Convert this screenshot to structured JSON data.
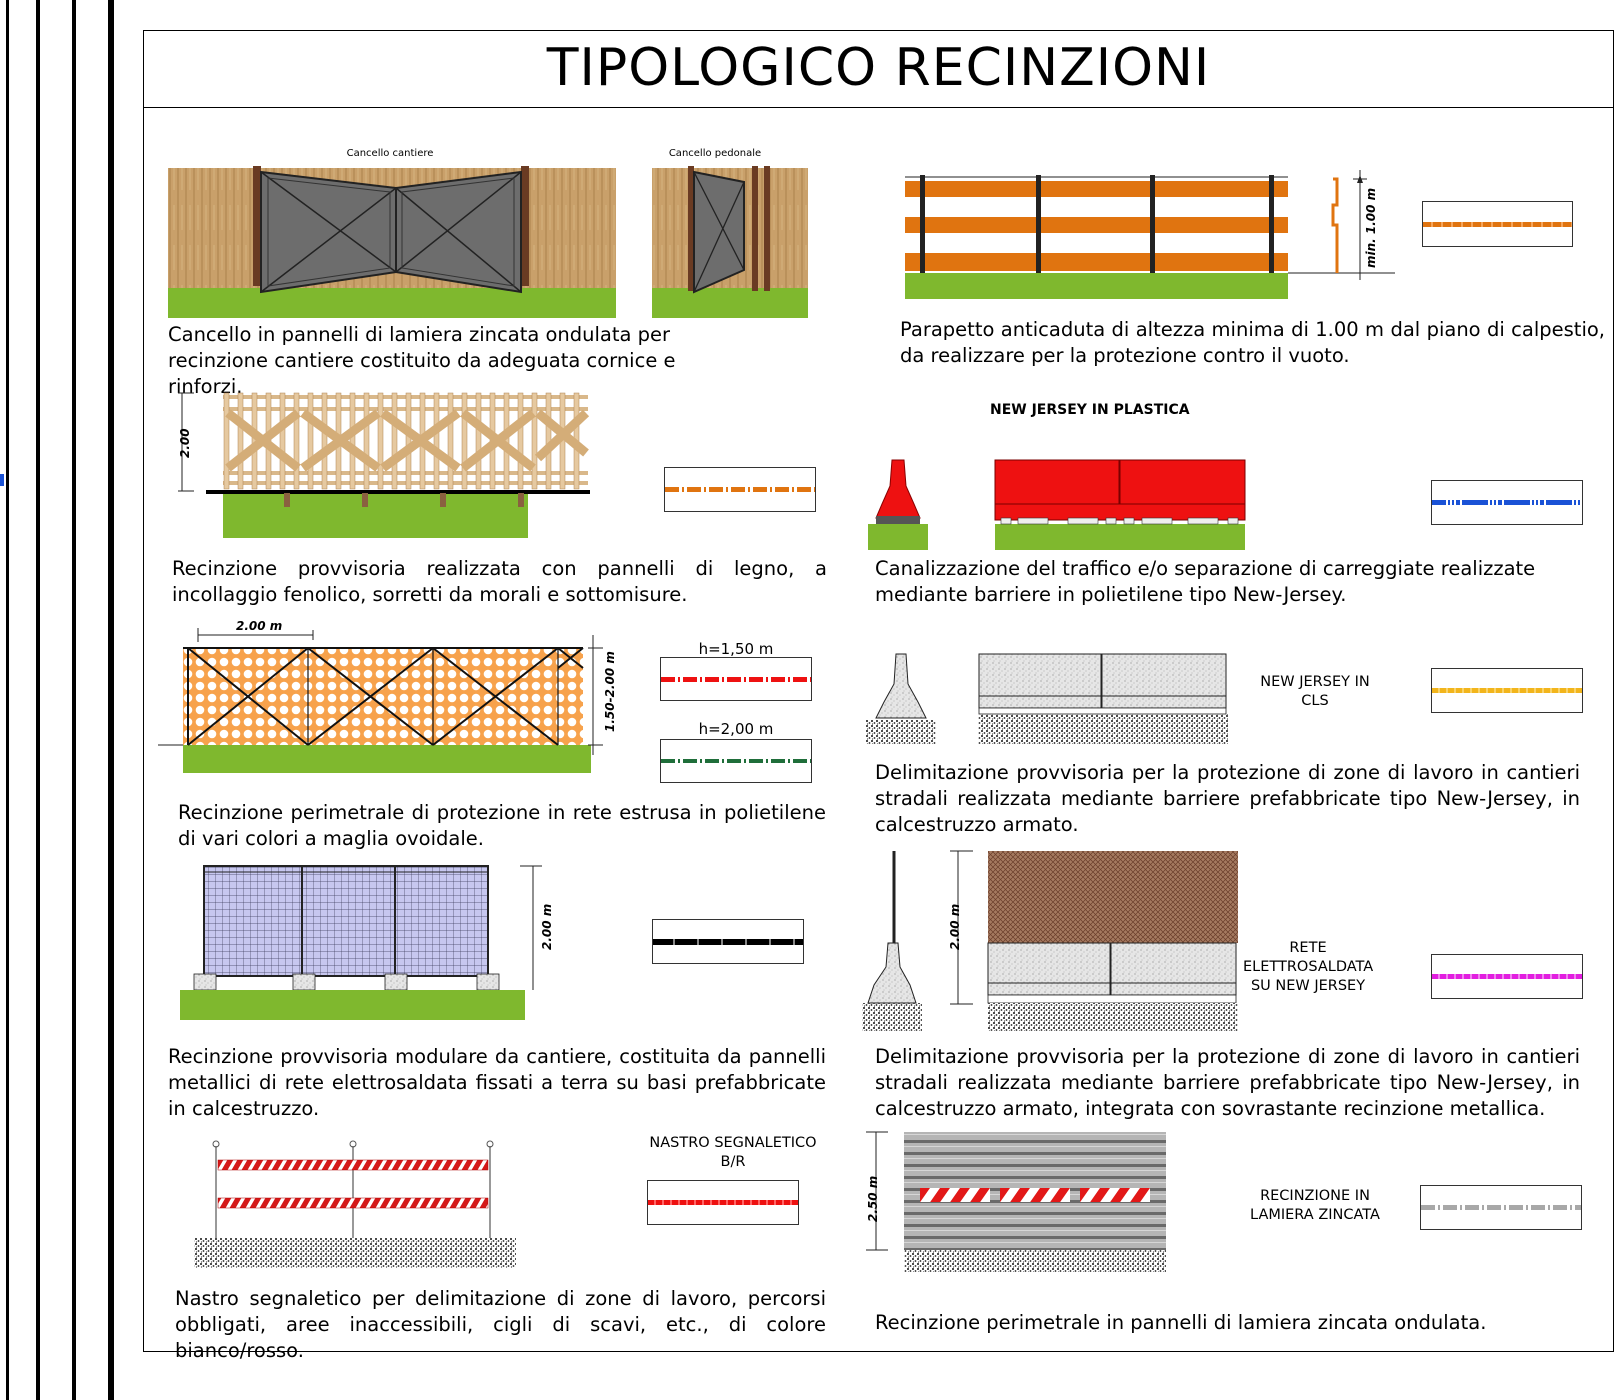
{
  "title": "TIPOLOGICO RECINZIONI",
  "colors": {
    "grass": "#7fb82e",
    "wood": "#c9a06a",
    "orange": "#e07410",
    "red": "#ee1111",
    "blue": "#1a52d6",
    "yellow": "#f2b51c",
    "magenta": "#e21fe0",
    "black": "#000000",
    "gray": "#a8a8a8",
    "green_dark": "#1f6e3a"
  },
  "items": {
    "gate": {
      "label_site": "Cancello cantiere",
      "label_ped": "Cancello pedonale",
      "desc": "Cancello in pannelli di lamiera zincata ondulata per recinzione cantiere costituito da adeguata cornice e rinforzi."
    },
    "parapet": {
      "dim": "min. 1.00 m",
      "desc": "Parapetto anticaduta di altezza minima di 1.00 m dal piano di calpestio, da realizzare per la protezione contro il vuoto."
    },
    "wood_fence": {
      "dim": "2.00",
      "desc": "Recinzione provvisoria realizzata con pannelli di legno, a incollaggio fenolico, sorretti da morali e sottomisure."
    },
    "nj_plastic": {
      "heading": "NEW JERSEY IN  PLASTICA",
      "desc": "Canalizzazione del traffico e/o separazione di carreggiate realizzate mediante barriere in polietilene tipo New-Jersey."
    },
    "mesh_fence": {
      "dim_w": "2.00 m",
      "dim_h": "1.50-2.00 m",
      "label_h1": "h=1,50 m",
      "label_h2": "h=2,00 m",
      "desc": "Recinzione perimetrale di protezione in rete estrusa in polietilene di vari colori a maglia ovoidale."
    },
    "nj_cls": {
      "label": "NEW JERSEY IN CLS",
      "desc": "Delimitazione provvisoria per la protezione di zone di lavoro in cantieri stradali realizzata mediante barriere prefabbricate tipo New-Jersey, in calcestruzzo armato."
    },
    "modular": {
      "dim": "2.00 m",
      "desc": "Recinzione provvisoria modulare da cantiere, costituita da pannelli metallici di rete elettrosaldata fissati a terra su basi prefabbricate in calcestruzzo."
    },
    "nj_mesh": {
      "dim": "2.00 m",
      "label": "RETE ELETTROSALDATA SU NEW JERSEY",
      "desc": "Delimitazione provvisoria per la protezione di zone di lavoro in cantieri stradali realizzata mediante barriere prefabbricate tipo New-Jersey, in calcestruzzo armato, integrata con sovrastante recinzione metallica."
    },
    "tape": {
      "label": "NASTRO SEGNALETICO B/R",
      "desc": "Nastro segnaletico per delimitazione di zone di lavoro, percorsi obbligati, aree inaccessibili, cigli di scavi, etc., di colore bianco/rosso."
    },
    "sheet": {
      "dim": "2.50 m",
      "label": "RECINZIONE IN LAMIERA ZINCATA",
      "desc": "Recinzione perimetrale in pannelli di lamiera zincata ondulata."
    }
  }
}
